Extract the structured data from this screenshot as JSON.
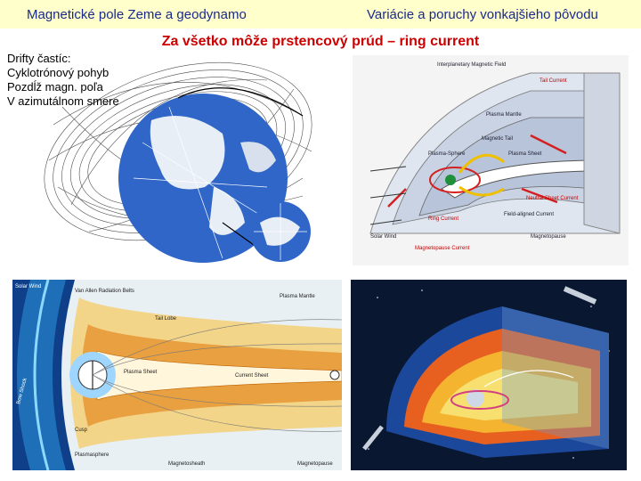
{
  "header": {
    "left_title": "Magnetické pole Zeme a geodynamo",
    "right_title": "Variácie a poruchy vonkajšieho pôvodu"
  },
  "subtitle": "Za všetko môže prstencový prúd – ring current",
  "notes": [
    "Drifty častíc:",
    "Cyklotrónový pohyb",
    "Pozdĺž magn. poľa",
    "V azimutálnom smere"
  ],
  "magnetosphere_diagram": {
    "labels": {
      "imf": "Interplanetary Magnetic Field",
      "tail_current": "Tail Current",
      "plasma_mantle": "Plasma Mantle",
      "magnetic_tail": "Magnetic Tail",
      "plasma_sheet": "Plasma Sheet",
      "plasmasphere": "Plasma-Sphere",
      "neutral_sheet_current": "Neutral Sheet Current",
      "field_aligned_current": "Field-aligned Current",
      "ring_current": "Ring Current",
      "solar_wind": "Solar Wind",
      "magnetopause": "Magnetopause",
      "magnetopause_current": "Magnetopause Current"
    }
  },
  "cross_section_diagram": {
    "labels": {
      "solar_wind": "Solar Wind",
      "radiation_belts": "Van Allen Radiation Belts",
      "plasma_mantle": "Plasma Mantle",
      "tail_lobe": "Tail Lobe",
      "plasma_sheet": "Plasma Sheet",
      "current_sheet": "Current Sheet",
      "plasmasphere": "Plasmasphere",
      "magnetosheath": "Magnetosheath",
      "magnetopause": "Magnetopause",
      "bow_shock": "Bow Shock",
      "cusp": "Cusp"
    }
  },
  "colors": {
    "header_bg": "#ffffcc",
    "header_text": "#1a2a8a",
    "subtitle_text": "#cc0000"
  }
}
